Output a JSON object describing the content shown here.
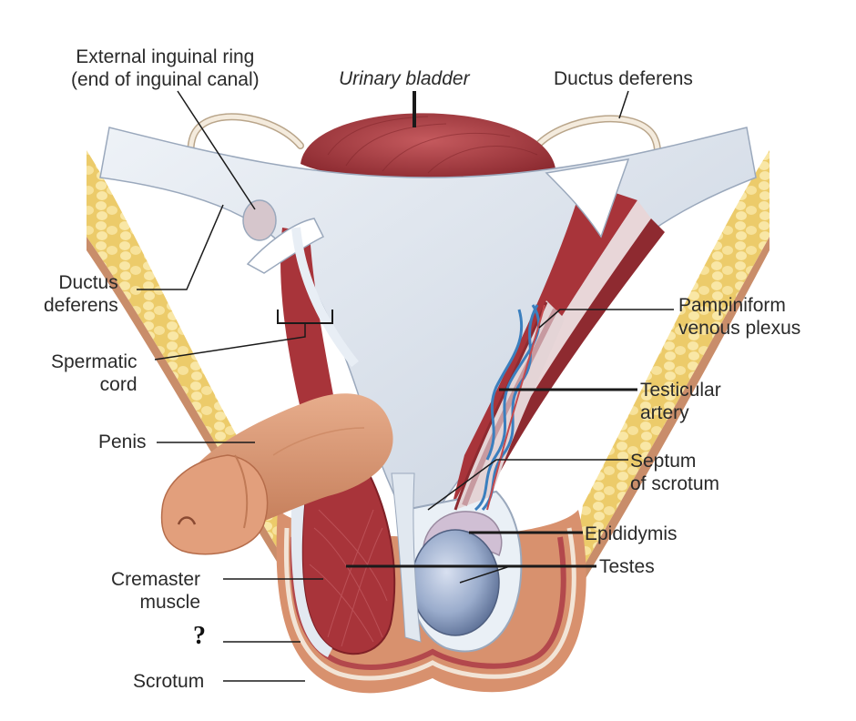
{
  "labels": {
    "external_ring": "External inguinal ring\n(end of inguinal canal)",
    "bladder": "Urinary bladder",
    "ductus_top": "Ductus deferens",
    "ductus_left": "Ductus\ndeferens",
    "pampiniform": "Pampiniform\nvenous plexus",
    "spermatic_cord": "Spermatic\ncord",
    "testicular_artery": "Testicular\nartery",
    "penis": "Penis",
    "septum": "Septum\nof scrotum",
    "epididymis": "Epididymis",
    "testes": "Testes",
    "cremaster": "Cremaster\nmuscle",
    "unknown": "?",
    "scrotum": "Scrotum"
  },
  "colors": {
    "skin": "#d89a78",
    "fat": "#f0d37a",
    "muscle": "#a8343a",
    "fascia": "#d3dbe6",
    "bladder": "#b6454a",
    "testis": "#9aaccc",
    "epididymis": "#d0bfd4",
    "plexus": "#4a8fc6",
    "leader": "#1a1a1a"
  }
}
